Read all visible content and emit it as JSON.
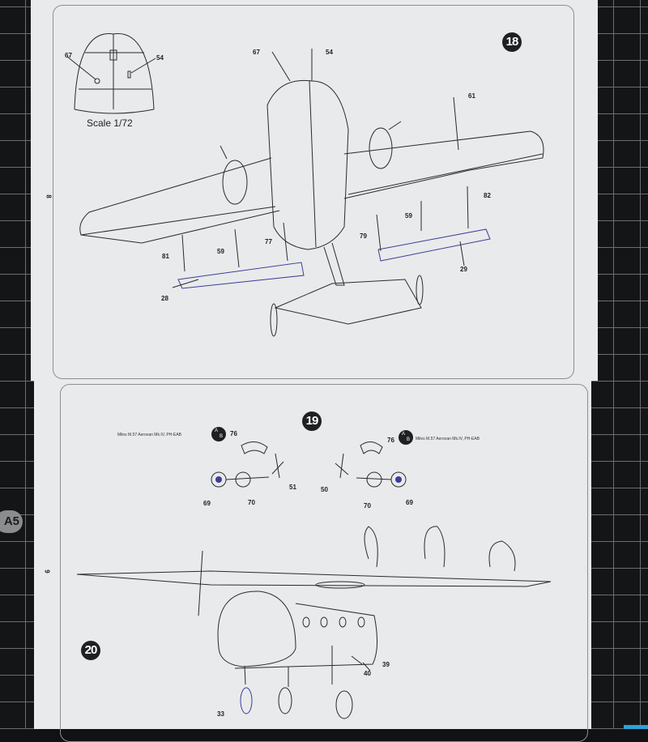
{
  "document": {
    "type": "Model kit assembly instructions",
    "aircraft": "Miles M.57 Aerovan Mk.IV",
    "background": {
      "cutting_mat_label": "A5"
    }
  },
  "pages": {
    "top": {
      "page_number": "8",
      "step": {
        "number": "18"
      },
      "detail_inset": {
        "scale_label": "Scale 1/72",
        "callouts": [
          "67",
          "54"
        ]
      },
      "callouts": [
        "67",
        "54",
        "61",
        "82",
        "59",
        "79",
        "29",
        "81",
        "59",
        "77",
        "28"
      ]
    },
    "bottom": {
      "page_number": "9",
      "step19": {
        "number": "19",
        "left_variant": {
          "label": "Miles M.57 Aerovan Mk.IV, PH-EAB",
          "badge": [
            "A",
            "B"
          ],
          "callouts": [
            "76",
            "51",
            "69",
            "70"
          ]
        },
        "right_variant": {
          "label": "Miles M.57 Aerovan Mk.IV, PH-EAB",
          "badge": [
            "A",
            "B"
          ],
          "callouts": [
            "76",
            "50",
            "70",
            "69"
          ]
        }
      },
      "step20": {
        "number": "20",
        "callouts": [
          "33",
          "40",
          "39"
        ]
      }
    }
  },
  "colors": {
    "part_highlight": "#3a3f9a",
    "sheet": "#e9eaeb",
    "ink": "#222222",
    "mat": "#141517"
  }
}
